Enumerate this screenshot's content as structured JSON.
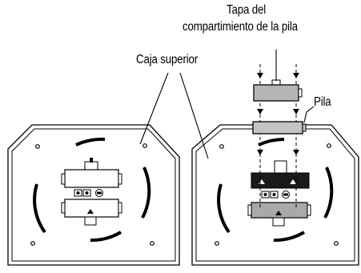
{
  "labels": {
    "battery_cover_line1": "Tapa del",
    "battery_cover_line2": "compartimiento de la pila",
    "upper_case": "Caja superior",
    "battery": "Pila"
  }
}
